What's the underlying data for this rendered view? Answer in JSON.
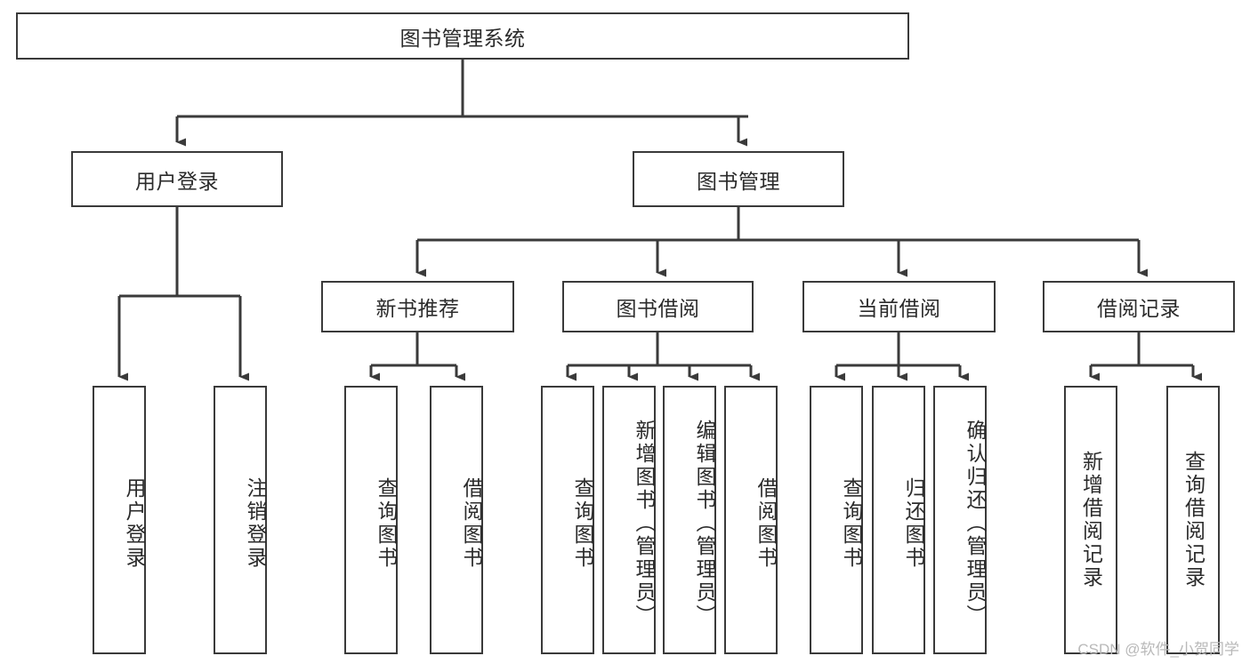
{
  "diagram": {
    "title": "图书管理系统",
    "watermark": "CSDN @软件_小贺同学",
    "accent_color": "#3a3a3a",
    "text_color": "#2b2b2b",
    "background": "#ffffff",
    "level1": {
      "label": "图书管理系统"
    },
    "level2": [
      {
        "label": "用户登录"
      },
      {
        "label": "图书管理"
      }
    ],
    "level3": [
      {
        "label": "新书推荐"
      },
      {
        "label": "图书借阅"
      },
      {
        "label": "当前借阅"
      },
      {
        "label": "借阅记录"
      }
    ],
    "leaves": {
      "user_login": [
        {
          "label": "用户登录"
        },
        {
          "label": "注销登录"
        }
      ],
      "new_book_recommend": [
        {
          "label": "查询图书"
        },
        {
          "label": "借阅图书"
        }
      ],
      "book_borrow": [
        {
          "label": "查询图书"
        },
        {
          "label": "新增图书（管理员）"
        },
        {
          "label": "编辑图书（管理员）"
        },
        {
          "label": "借阅图书"
        }
      ],
      "current_borrow": [
        {
          "label": "查询图书"
        },
        {
          "label": "归还图书"
        },
        {
          "label": "确认归还（管理员）"
        }
      ],
      "borrow_record": [
        {
          "label": "新增借阅记录"
        },
        {
          "label": "查询借阅记录"
        }
      ]
    }
  }
}
